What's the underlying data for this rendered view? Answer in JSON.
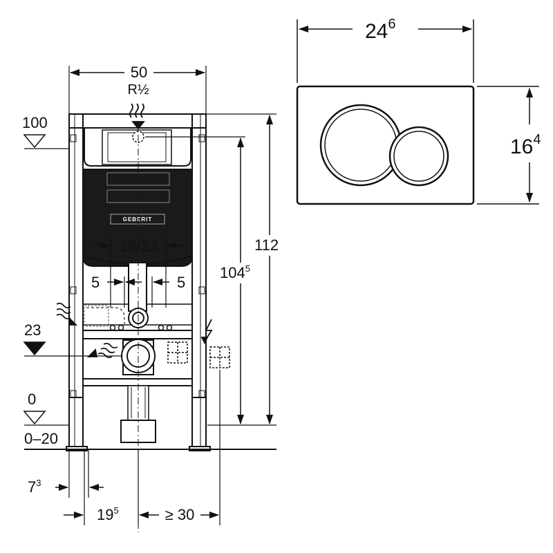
{
  "frame_dims": {
    "width_main": "50",
    "connection": "R½",
    "height_total": "112",
    "height_main": "104",
    "height_main_sup": "5",
    "inlet_spacing": "18/23",
    "left_offset": "5",
    "right_offset": "5",
    "offset_left_edge": "7",
    "offset_left_edge_sup": "3",
    "depth": "19",
    "depth_sup": "5",
    "clearance": "≥ 30"
  },
  "levels": {
    "top": "100",
    "drain": "23",
    "floor": "0",
    "floor_range": "0–20"
  },
  "plate_dims": {
    "width": "24",
    "width_sup": "6",
    "height": "16",
    "height_sup": "4"
  },
  "brand": "GEBERIT",
  "colors": {
    "line": "#111111",
    "cistern": "#1a1a1a",
    "hatch": "#555555"
  },
  "icons": [
    "water-supply-icon",
    "water-flow-icon",
    "drain-flow-icon",
    "electric-icon"
  ]
}
